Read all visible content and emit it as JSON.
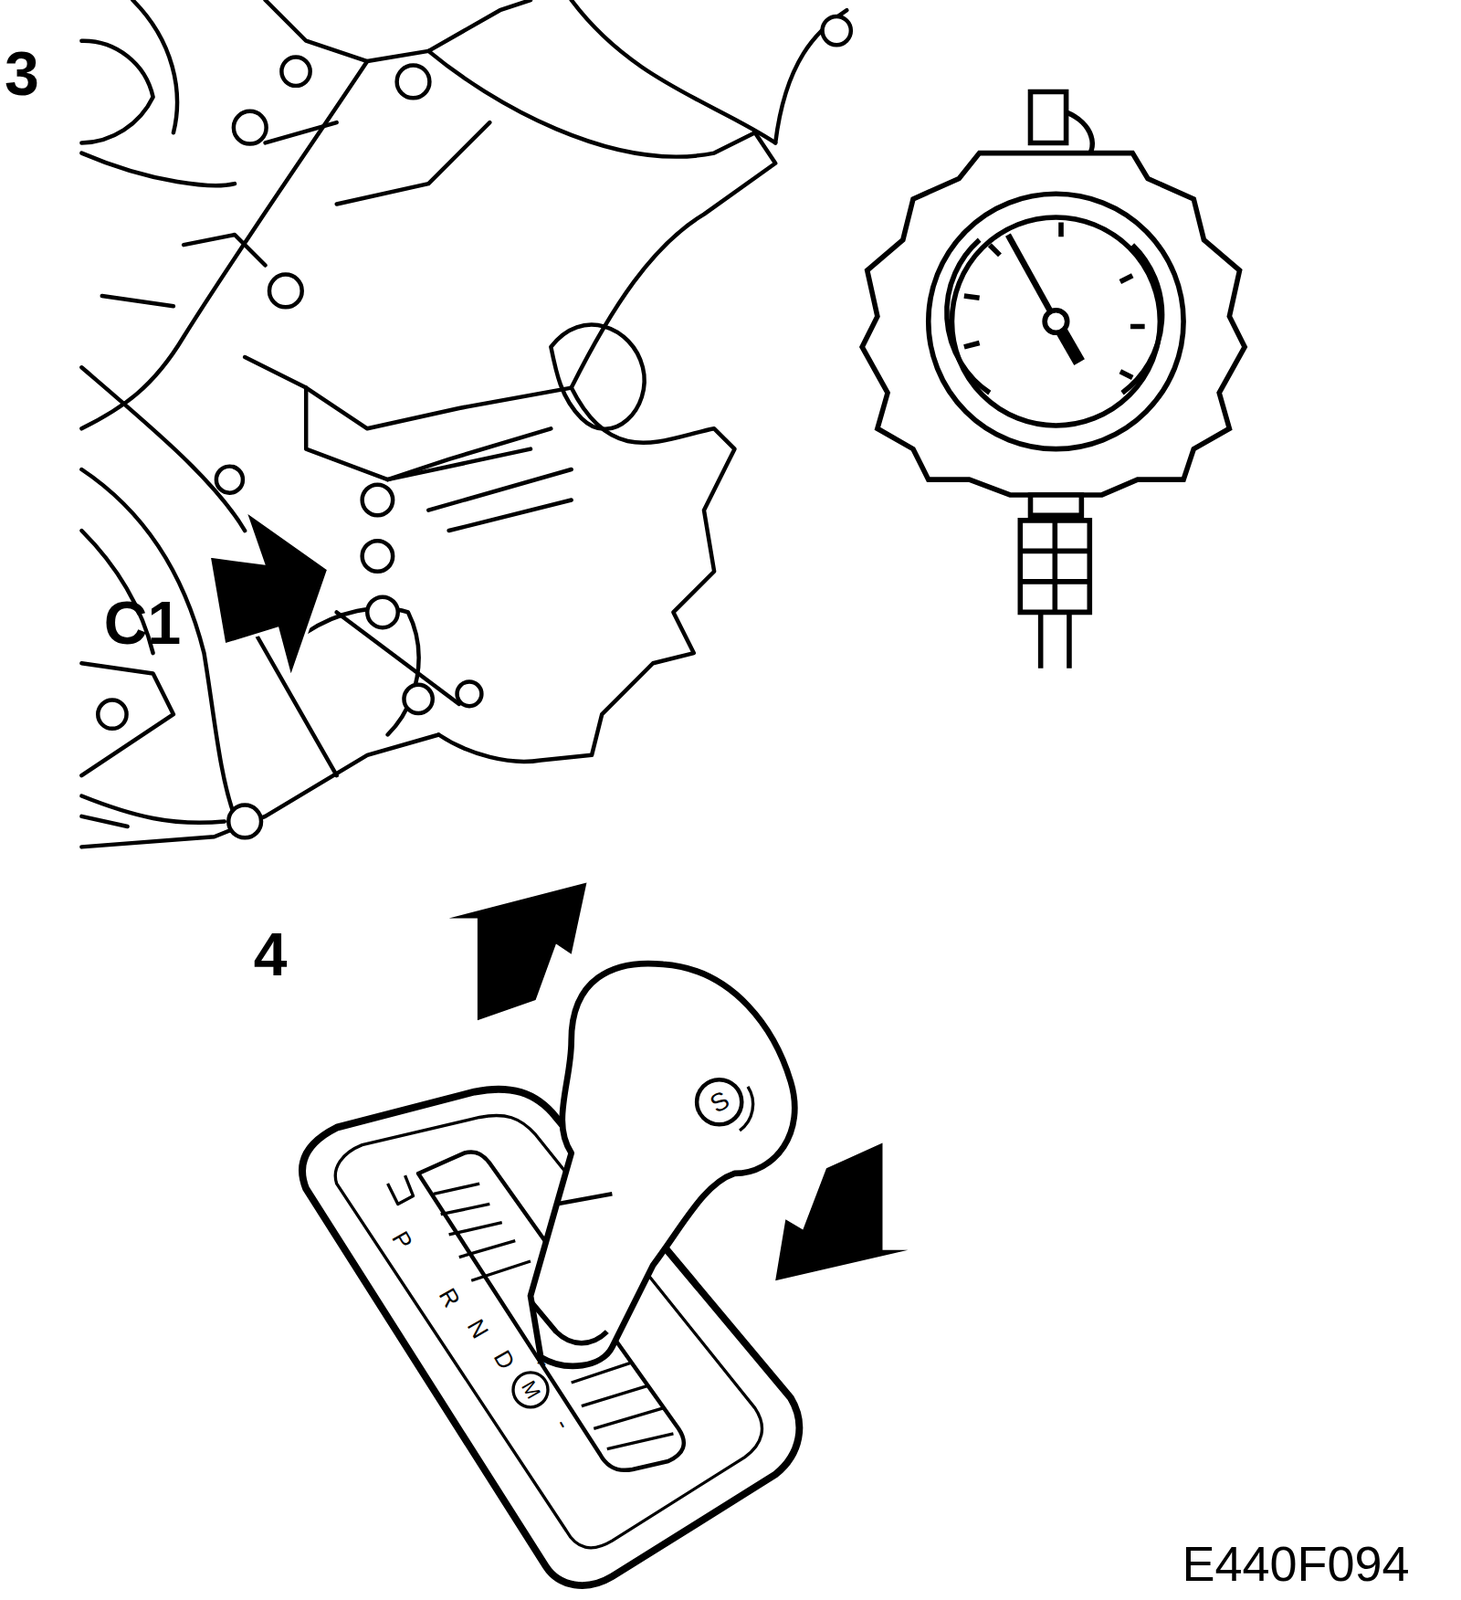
{
  "diagram": {
    "labels": [
      "3",
      "C1",
      "4",
      "P",
      "R",
      "N",
      "D",
      "+",
      "M",
      "-",
      "S",
      "E440F094"
    ]
  }
}
